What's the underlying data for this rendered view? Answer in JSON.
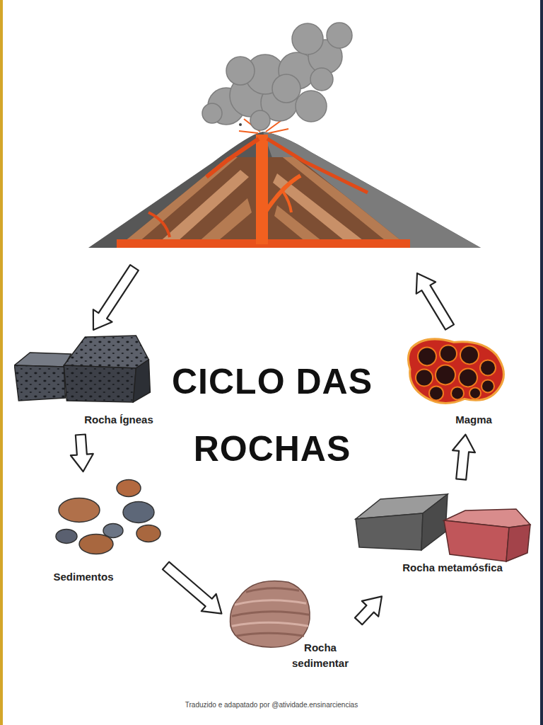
{
  "diagram": {
    "title": "CICLO DAS ROCHAS",
    "caption": "Traduzido e adapatado por @atividade.ensinarciencias",
    "nodes": [
      {
        "text": [
          "Rocha Ígneas"
        ]
      },
      {
        "text": [
          "Sedimentos"
        ]
      },
      {
        "text": [
          "Rocha sedimentar"
        ]
      },
      {
        "text": [
          "Rocha metamósfica"
        ]
      },
      {
        "text": [
          "Magma"
        ]
      }
    ],
    "edges": [
      {
        "from": 0,
        "to": 1,
        "arrow": "to"
      },
      {
        "from": 1,
        "to": 2,
        "arrow": "to"
      },
      {
        "from": 2,
        "to": 3,
        "arrow": "to"
      },
      {
        "from": 3,
        "to": 4,
        "arrow": "to"
      }
    ]
  }
}
